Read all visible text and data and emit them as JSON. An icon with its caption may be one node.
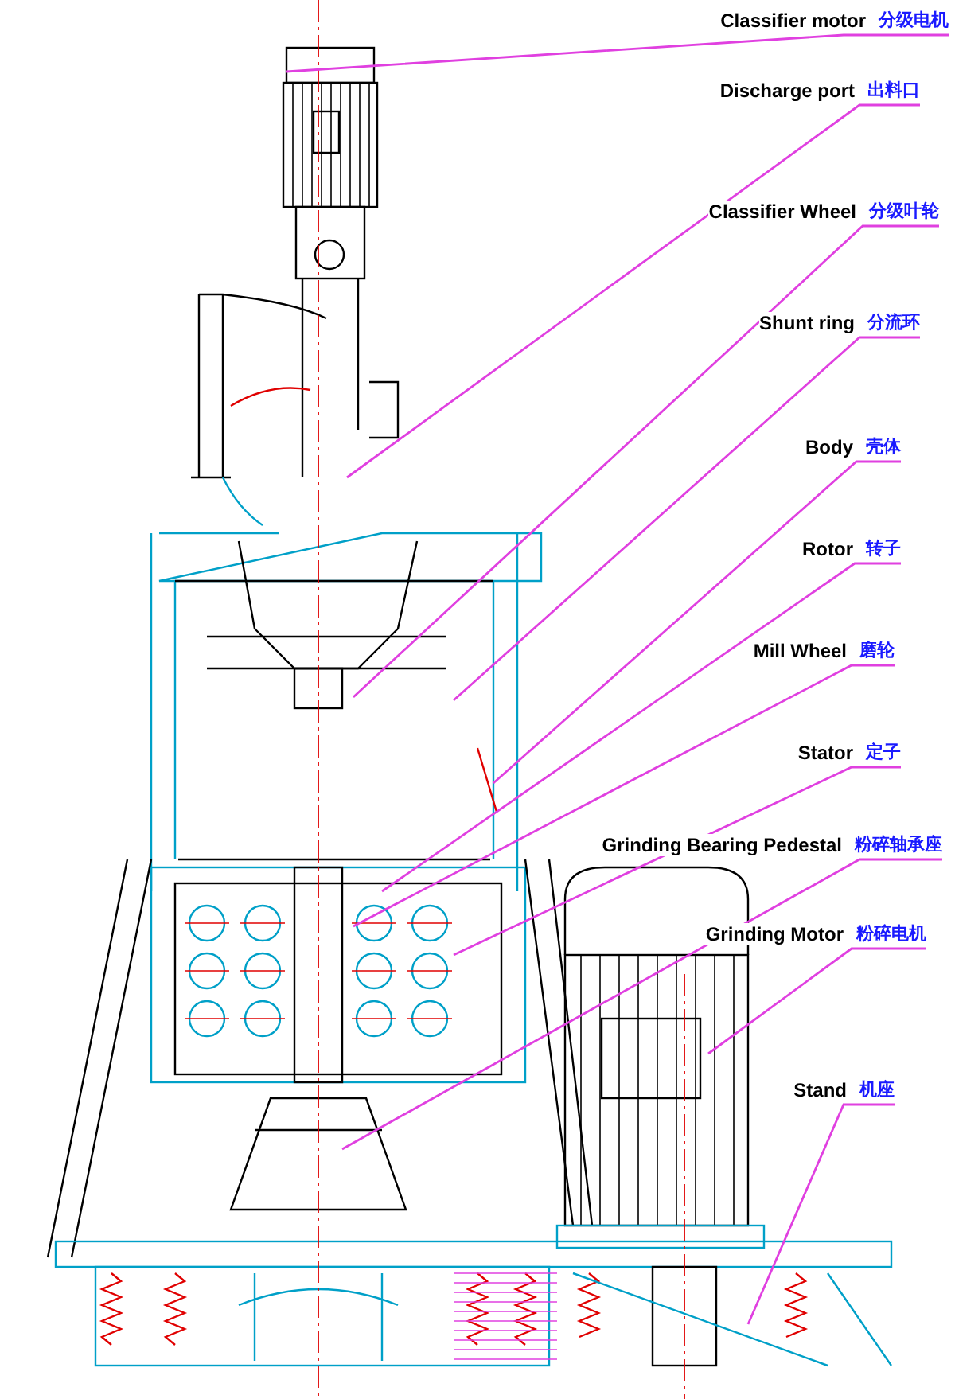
{
  "diagram": {
    "nodes": [
      {
        "text": [
          "Classifier motor",
          "分级电机"
        ]
      },
      {
        "text": [
          "Discharge port",
          "出料口"
        ]
      },
      {
        "text": [
          "Classifier Wheel",
          "分级叶轮"
        ]
      },
      {
        "text": [
          "Shunt ring",
          "分流环"
        ]
      },
      {
        "text": [
          "Body",
          "壳体"
        ]
      },
      {
        "text": [
          "Rotor",
          "转子"
        ]
      },
      {
        "text": [
          "Mill Wheel",
          "磨轮"
        ]
      },
      {
        "text": [
          "Stator",
          "定子"
        ]
      },
      {
        "text": [
          "Grinding Bearing Pedestal",
          "粉碎轴承座"
        ]
      },
      {
        "text": [
          "Grinding Motor",
          "粉碎电机"
        ]
      },
      {
        "text": [
          "Stand",
          "机座"
        ]
      }
    ],
    "edges": [
      {
        "from": 0,
        "to": null,
        "arrow": "none"
      },
      {
        "from": 1,
        "to": null,
        "arrow": "none"
      },
      {
        "from": 2,
        "to": null,
        "arrow": "none"
      },
      {
        "from": 3,
        "to": null,
        "arrow": "none"
      },
      {
        "from": 4,
        "to": null,
        "arrow": "none"
      },
      {
        "from": 5,
        "to": null,
        "arrow": "none"
      },
      {
        "from": 6,
        "to": null,
        "arrow": "none"
      },
      {
        "from": 7,
        "to": null,
        "arrow": "none"
      },
      {
        "from": 8,
        "to": null,
        "arrow": "none"
      },
      {
        "from": 9,
        "to": null,
        "arrow": "none"
      },
      {
        "from": 10,
        "to": null,
        "arrow": "none"
      }
    ]
  }
}
